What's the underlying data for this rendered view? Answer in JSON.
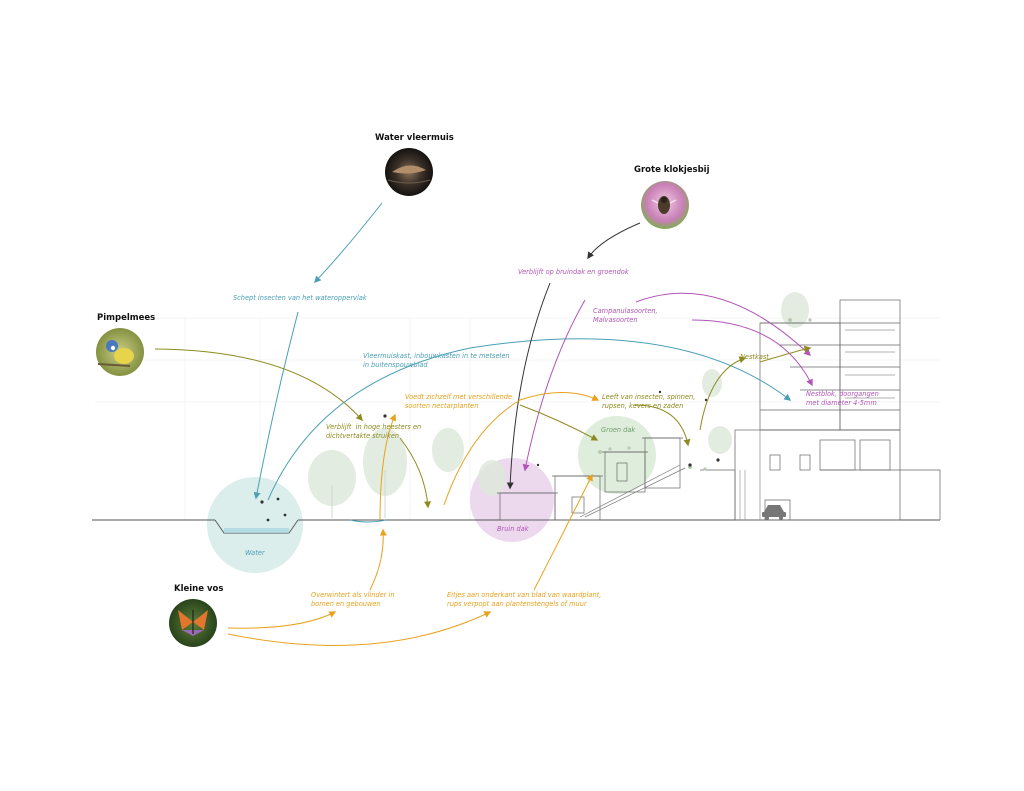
{
  "species": {
    "bat": {
      "name": "Water vleermuis"
    },
    "bee": {
      "name": "Grote klokjesbij"
    },
    "tit": {
      "name": "Pimpelmees"
    },
    "butterfly": {
      "name": "Kleine vos"
    }
  },
  "notes": {
    "bat_water": "Schept insecten van het wateroppervlak",
    "bat_house": "Vleermuiskast, inbouwkasten in te metselen\nin buitenspouwblad",
    "bee_roofs": "Verblijft op bruindak en groendok",
    "bee_flowers": "Campanulasoorten,\nMalvasoorten",
    "bee_nestblock": "Nestblok, doorgangen\nmet diameter 4-5mm",
    "tit_shrubs": "Verblijft  in hoge heesters en\ndichtvertakte struiken",
    "tit_food": "Leeft van insecten, spinnen,\nrupsen, kevers en zaden",
    "tit_nestbox": "Nestkast",
    "fly_nectar": "Voedt zichzelf met verschillende\nsoorten nectarplanten",
    "fly_winter": "Overwintert als vlinder in\nbomen en gebouwen",
    "fly_eggs": "Eitjes aan onderkant van blad van waardplant,\nrups verpopt aan plantenstengels of muur"
  },
  "zones": {
    "water": "Water",
    "brown_roof": "Bruin dak",
    "green_roof": "Groen dak"
  },
  "colors": {
    "bat": "#4a9fb5",
    "tit": "#8f8a1f",
    "butterfly": "#e8a21e",
    "bee": "#b255b7",
    "bee_arrow": "#333333",
    "water_zone": "#d7ecea",
    "brown_zone": "#ead5ec",
    "green_zone": "#dcecd8"
  }
}
